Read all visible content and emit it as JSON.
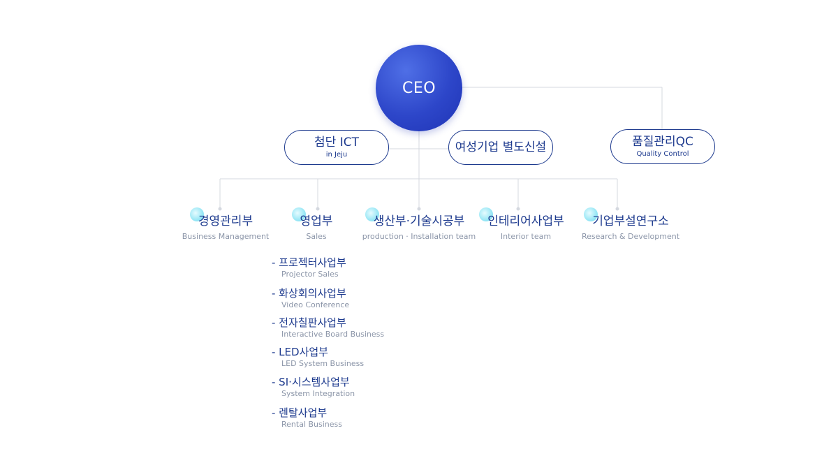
{
  "ceo": {
    "label": "CEO"
  },
  "branches": [
    {
      "main": "첨단 ICT",
      "sub": "in Jeju"
    },
    {
      "main": "여성기업 별도신설",
      "sub": ""
    },
    {
      "main": "품질관리QC",
      "sub": "Quality Control"
    }
  ],
  "departments": [
    {
      "title": "경영관리부",
      "sub": "Business Management"
    },
    {
      "title": "영업부",
      "sub": "Sales"
    },
    {
      "title": "생산부·기술시공부",
      "sub": "production · Installation team"
    },
    {
      "title": "인테리어사업부",
      "sub": "Interior team"
    },
    {
      "title": "기업부설연구소",
      "sub": "Research & Development"
    }
  ],
  "sales_units": [
    {
      "title": "- 프로젝터사업부",
      "sub": "Projector Sales"
    },
    {
      "title": "- 화상회의사업부",
      "sub": "Video Conference"
    },
    {
      "title": "- 전자칠판사업부",
      "sub": "Interactive Board Business"
    },
    {
      "title": "- LED사업부",
      "sub": "LED System Business"
    },
    {
      "title": "- SI·시스템사업부",
      "sub": "System Integration"
    },
    {
      "title": "- 렌탈사업부",
      "sub": "Rental Business"
    }
  ],
  "colors": {
    "primary": "#1d3a8e",
    "ceo": "#2d46c9",
    "line": "#d4d8df",
    "sub_text": "#8b95a8",
    "bubble": "#9fe9f6"
  }
}
